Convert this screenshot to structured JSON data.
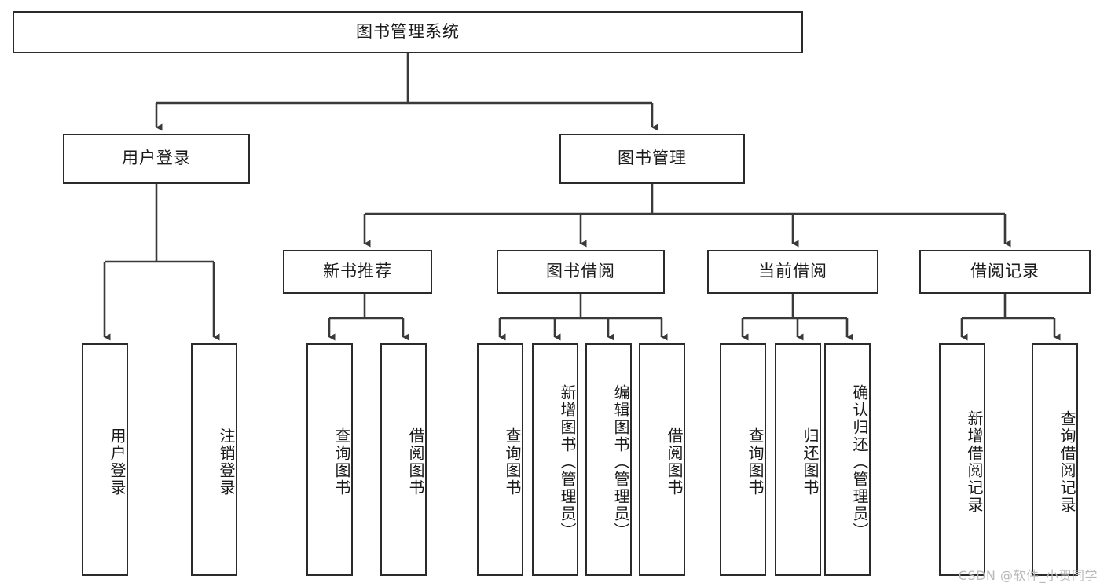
{
  "diagram": {
    "title": "图书管理系统",
    "type": "tree",
    "watermark": "CSDN @软件_小贺同学",
    "colors": {
      "box_border": "#2b2b2b",
      "box_fill": "#ffffff",
      "connector": "#3a3a3a",
      "text": "#1a1a1a",
      "watermark": "#b9b9b9"
    },
    "nodes": {
      "root": {
        "label": "图书管理系统"
      },
      "level2": [
        {
          "id": "user-login",
          "label": "用户登录"
        },
        {
          "id": "book-manage",
          "label": "图书管理"
        }
      ],
      "level3": [
        {
          "id": "new-book-recommend",
          "label": "新书推荐"
        },
        {
          "id": "book-borrow",
          "label": "图书借阅"
        },
        {
          "id": "current-borrow",
          "label": "当前借阅"
        },
        {
          "id": "borrow-record",
          "label": "借阅记录"
        }
      ],
      "leaves": {
        "user-login": [
          {
            "id": "leaf-user-login",
            "label": "用户登录"
          },
          {
            "id": "leaf-logout-login",
            "label": "注销登录"
          }
        ],
        "new-book-recommend": [
          {
            "id": "leaf-query-book-1",
            "label": "查询图书"
          },
          {
            "id": "leaf-borrow-book-1",
            "label": "借阅图书"
          }
        ],
        "book-borrow": [
          {
            "id": "leaf-query-book-2",
            "label": "查询图书"
          },
          {
            "id": "leaf-add-book-admin",
            "label": "新增图书（管理员）"
          },
          {
            "id": "leaf-edit-book-admin",
            "label": "编辑图书（管理员）"
          },
          {
            "id": "leaf-borrow-book-2",
            "label": "借阅图书"
          }
        ],
        "current-borrow": [
          {
            "id": "leaf-query-book-3",
            "label": "查询图书"
          },
          {
            "id": "leaf-return-book",
            "label": "归还图书"
          },
          {
            "id": "leaf-confirm-return-admin",
            "label": "确认归还（管理员）"
          }
        ],
        "borrow-record": [
          {
            "id": "leaf-add-borrow-record",
            "label": "新增借阅记录"
          },
          {
            "id": "leaf-query-borrow-record",
            "label": "查询借阅记录"
          }
        ]
      }
    }
  }
}
